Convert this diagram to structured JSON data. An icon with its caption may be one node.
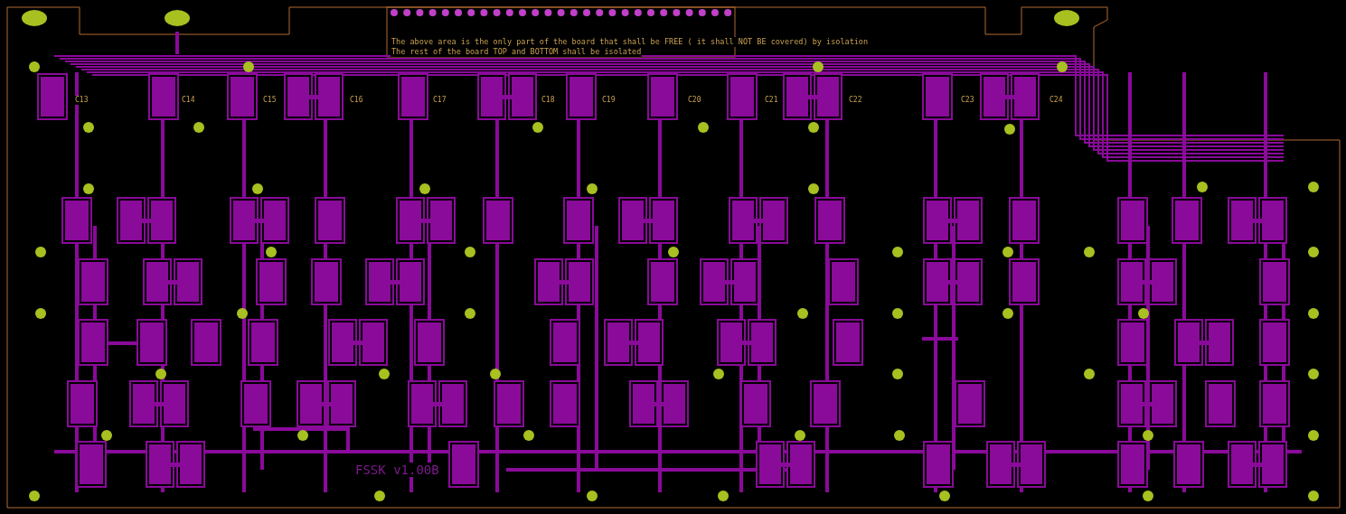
{
  "diagram": {
    "labels": [
      "C13",
      "C14",
      "C15",
      "C16",
      "C17",
      "C18",
      "C19",
      "C20",
      "C21",
      "C22",
      "C23",
      "C24",
      "The above area is the only part of the board that shall be FREE ( it shall NOT BE covered) by isolation",
      "The rest of the board TOP and BOTTOM shall be isolated",
      "FSSK v1.00B"
    ]
  }
}
